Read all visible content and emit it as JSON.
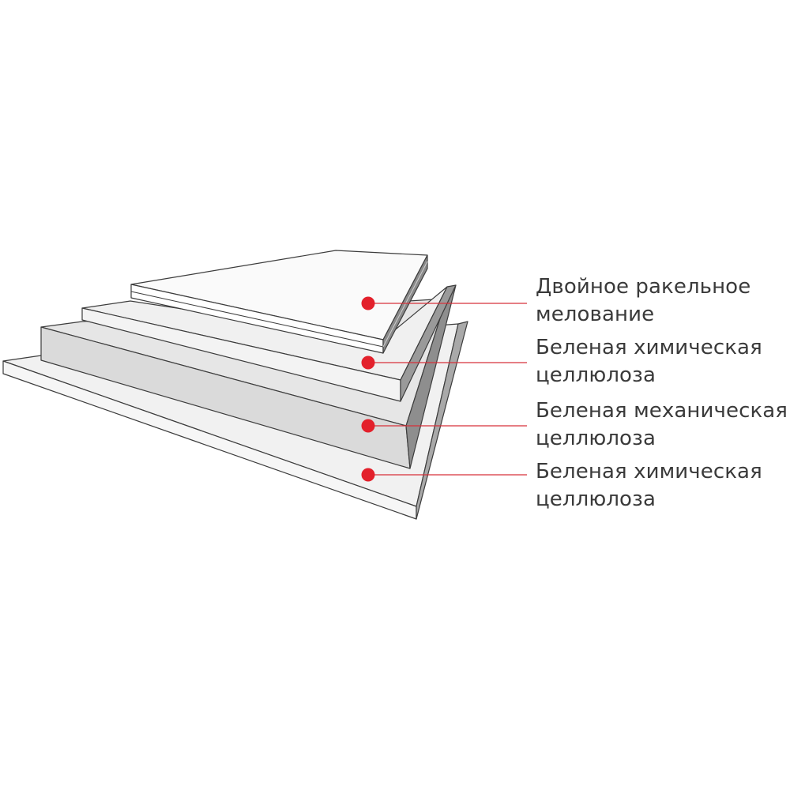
{
  "layers": [
    {
      "line1": "Двойное ракельное",
      "line2": "мелование"
    },
    {
      "line1": "Беленая химическая",
      "line2": "целлюлоза"
    },
    {
      "line1": "Беленая механическая",
      "line2": "целлюлоза"
    },
    {
      "line1": "Беленая химическая",
      "line2": "целлюлоза"
    }
  ],
  "colors": {
    "marker": "#e3202b",
    "leader": "#d8303a",
    "outline": "#3c3c3c",
    "label_text": "#3a3a3a"
  }
}
